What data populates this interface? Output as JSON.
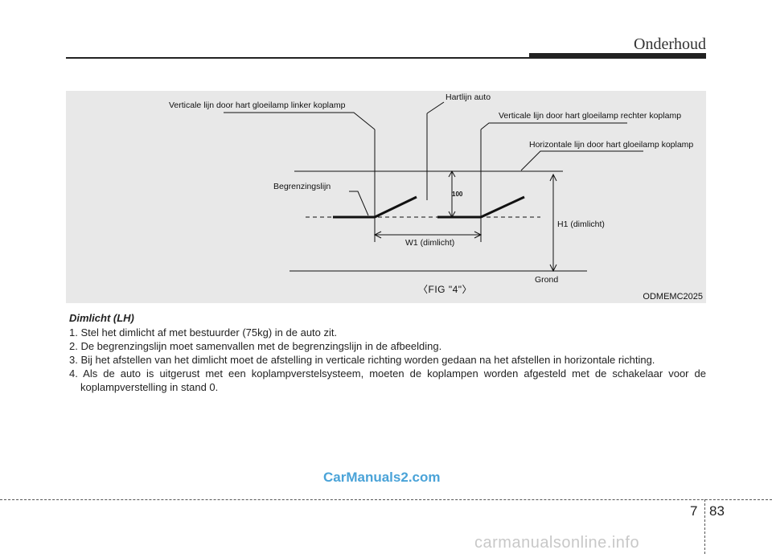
{
  "header": {
    "section_title": "Onderhoud"
  },
  "figure": {
    "labels": {
      "left_vertical": "Verticale lijn door hart gloeilamp linker koplamp",
      "center_line": "Hartlijn auto",
      "right_vertical": "Verticale lijn door hart gloeilamp rechter koplamp",
      "horizontal": "Horizontale lijn door hart gloeilamp koplamp",
      "cutoff": "Begrenzingslijn",
      "value_100": "100",
      "h1": "H1 (dimlicht)",
      "w1": "W1 (dimlicht)",
      "ground": "Grond"
    },
    "caption": "〈FIG \"4\"〉",
    "code": "ODMEMC2025"
  },
  "content": {
    "heading": "Dimlicht (LH)",
    "steps": [
      "1. Stel het dimlicht af met bestuurder (75kg) in de auto zit.",
      "2. De begrenzingslijn moet samenvallen met de begrenzingslijn in de afbeelding.",
      "3. Bij het afstellen van het dimlicht moet de afstelling in verticale richting worden gedaan na het afstellen in horizontale richting.",
      "4. Als de auto is uitgerust met een koplampverstelsysteem, moeten de koplampen worden afgesteld met de schakelaar voor de koplampverstelling in stand 0."
    ]
  },
  "watermark": "CarManuals2.com",
  "footer": {
    "chapter": "7",
    "page": "83",
    "site": "carmanualsonline.info"
  }
}
